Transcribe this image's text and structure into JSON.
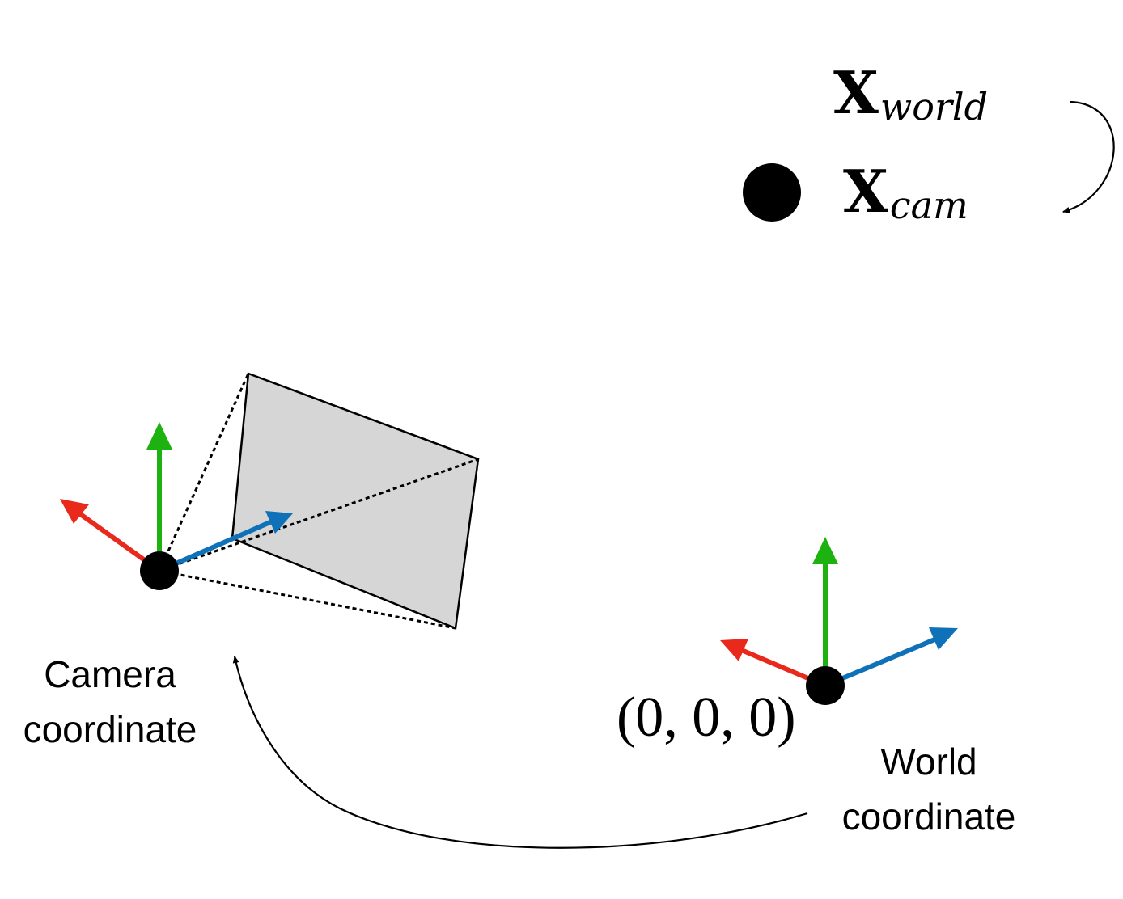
{
  "point": {
    "world_symbol": "X",
    "world_subscript": "world",
    "cam_symbol": "X",
    "cam_subscript": "cam"
  },
  "camera": {
    "label_line1": "Camera",
    "label_line2": "coordinate"
  },
  "world": {
    "origin_label": "(0, 0, 0)",
    "label_line1": "World",
    "label_line2": "coordinate"
  },
  "colors": {
    "axis_x": "#e8291c",
    "axis_y": "#1db20f",
    "axis_z": "#0f72b8",
    "image_plane_fill": "#d6d6d6",
    "ink": "#000000"
  }
}
